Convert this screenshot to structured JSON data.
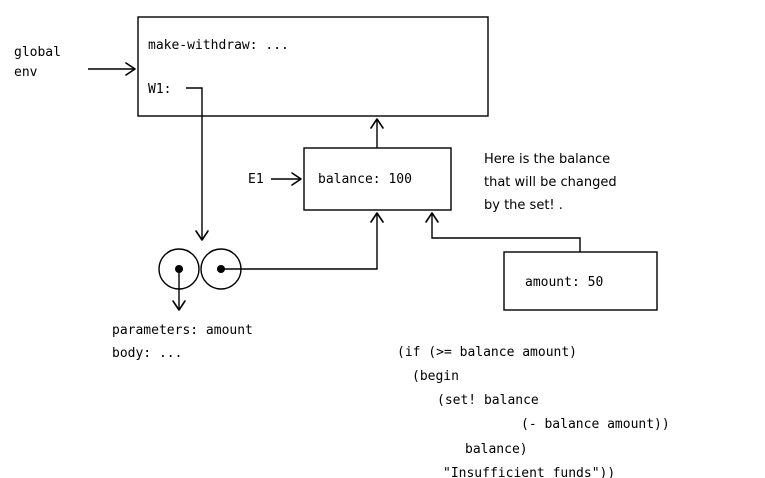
{
  "global_env": {
    "label_line1": "global",
    "label_line2": "env",
    "binding_make_withdraw": "make-withdraw: ...",
    "binding_w1": "W1:"
  },
  "e1_frame": {
    "label": "E1",
    "binding": "balance: 100"
  },
  "note": {
    "line1": "Here is the balance",
    "line2": "that will be changed",
    "line3": "by the set! ."
  },
  "amount_frame": {
    "binding": "amount: 50"
  },
  "procedure": {
    "parameters": "parameters: amount",
    "body": "body: ..."
  },
  "code": [
    "(if (>= balance amount)",
    "(begin",
    "(set! balance",
    "(- balance amount))",
    "balance)",
    "\"Insufficient funds\"))"
  ]
}
